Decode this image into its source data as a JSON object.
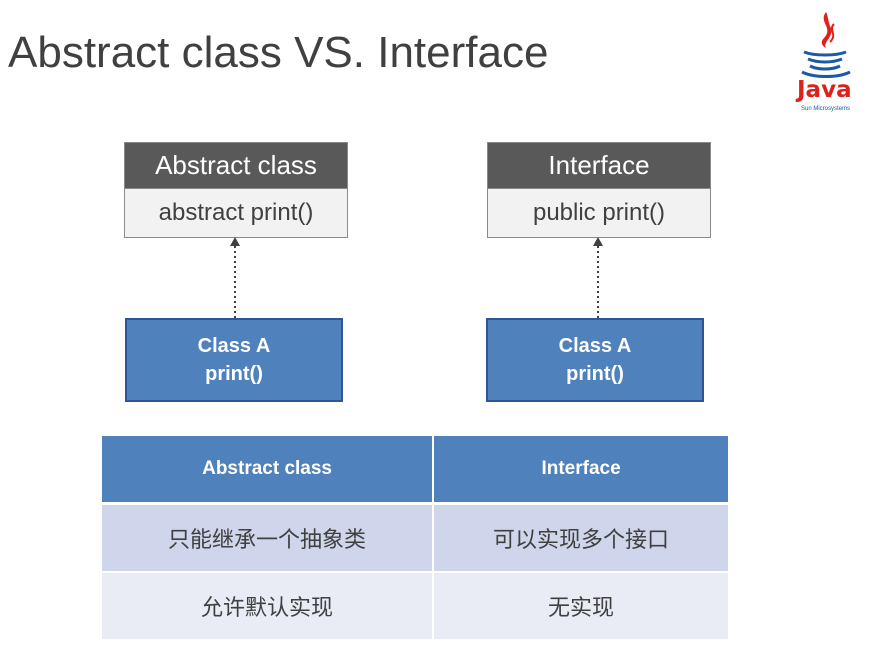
{
  "title": "Abstract class VS. Interface",
  "logo": {
    "word": "Java",
    "company": "Sun Microsystems",
    "colors": {
      "red": "#e0201b",
      "blue": "#1b5aa6"
    }
  },
  "left_uml": {
    "name": "Abstract class",
    "method": "abstract print()"
  },
  "right_uml": {
    "name": "Interface",
    "method": "public print()"
  },
  "left_impl": {
    "line1": "Class A",
    "line2": "print()"
  },
  "right_impl": {
    "line1": "Class A",
    "line2": "print()"
  },
  "table": {
    "headers": [
      "Abstract class",
      "Interface"
    ],
    "rows": [
      [
        "只能继承一个抽象类",
        "可以实现多个接口"
      ],
      [
        "允许默认实现",
        "无实现"
      ]
    ]
  },
  "colors": {
    "accent": "#4f81bd",
    "header_dark": "#595959",
    "row1": "#cfd5ea",
    "row2": "#e9ebf5"
  }
}
